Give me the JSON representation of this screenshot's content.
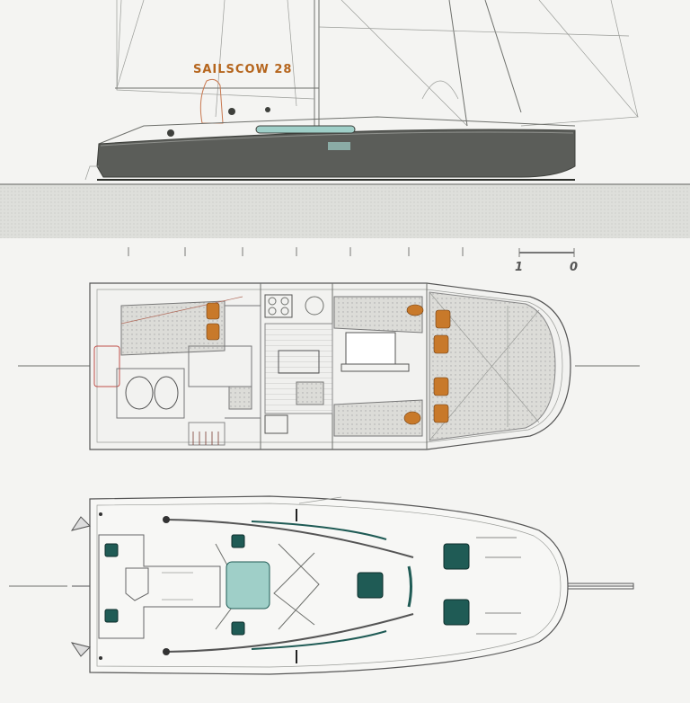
{
  "drawing": {
    "boat_name": "SAILSCOW 28",
    "scale_bar": {
      "left_label": "1",
      "right_label": "0"
    },
    "views": [
      "side-profile",
      "interior-plan",
      "deck-plan"
    ],
    "colors": {
      "hull": "#5b5d59",
      "water": "#dcdcd8",
      "title": "#b5651d",
      "cushions": "#c8792a",
      "hatches": "#1f5b55",
      "glass": "#9fcfc8"
    }
  }
}
